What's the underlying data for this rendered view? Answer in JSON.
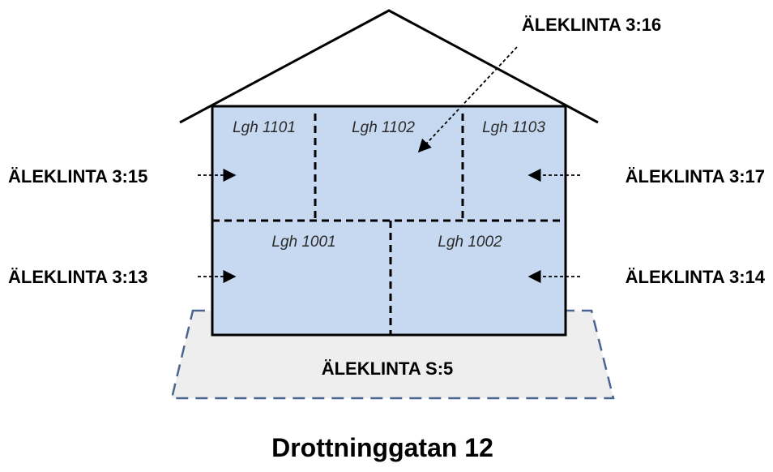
{
  "colors": {
    "apartment_fill": "#c6d9f1",
    "ground_fill": "#eeeeee",
    "ground_border": "#4a6590",
    "line": "#000000"
  },
  "ground_property": "ÄLEKLINTA S:5",
  "address": "Drottninggatan 12",
  "apartments": {
    "lgh_1101": "Lgh 1101",
    "lgh_1102": "Lgh 1102",
    "lgh_1103": "Lgh 1103",
    "lgh_1001": "Lgh 1001",
    "lgh_1002": "Lgh 1002"
  },
  "properties": {
    "p_3_16": "ÄLEKLINTA 3:16",
    "p_3_15": "ÄLEKLINTA 3:15",
    "p_3_17": "ÄLEKLINTA 3:17",
    "p_3_13": "ÄLEKLINTA 3:13",
    "p_3_14": "ÄLEKLINTA 3:14"
  }
}
